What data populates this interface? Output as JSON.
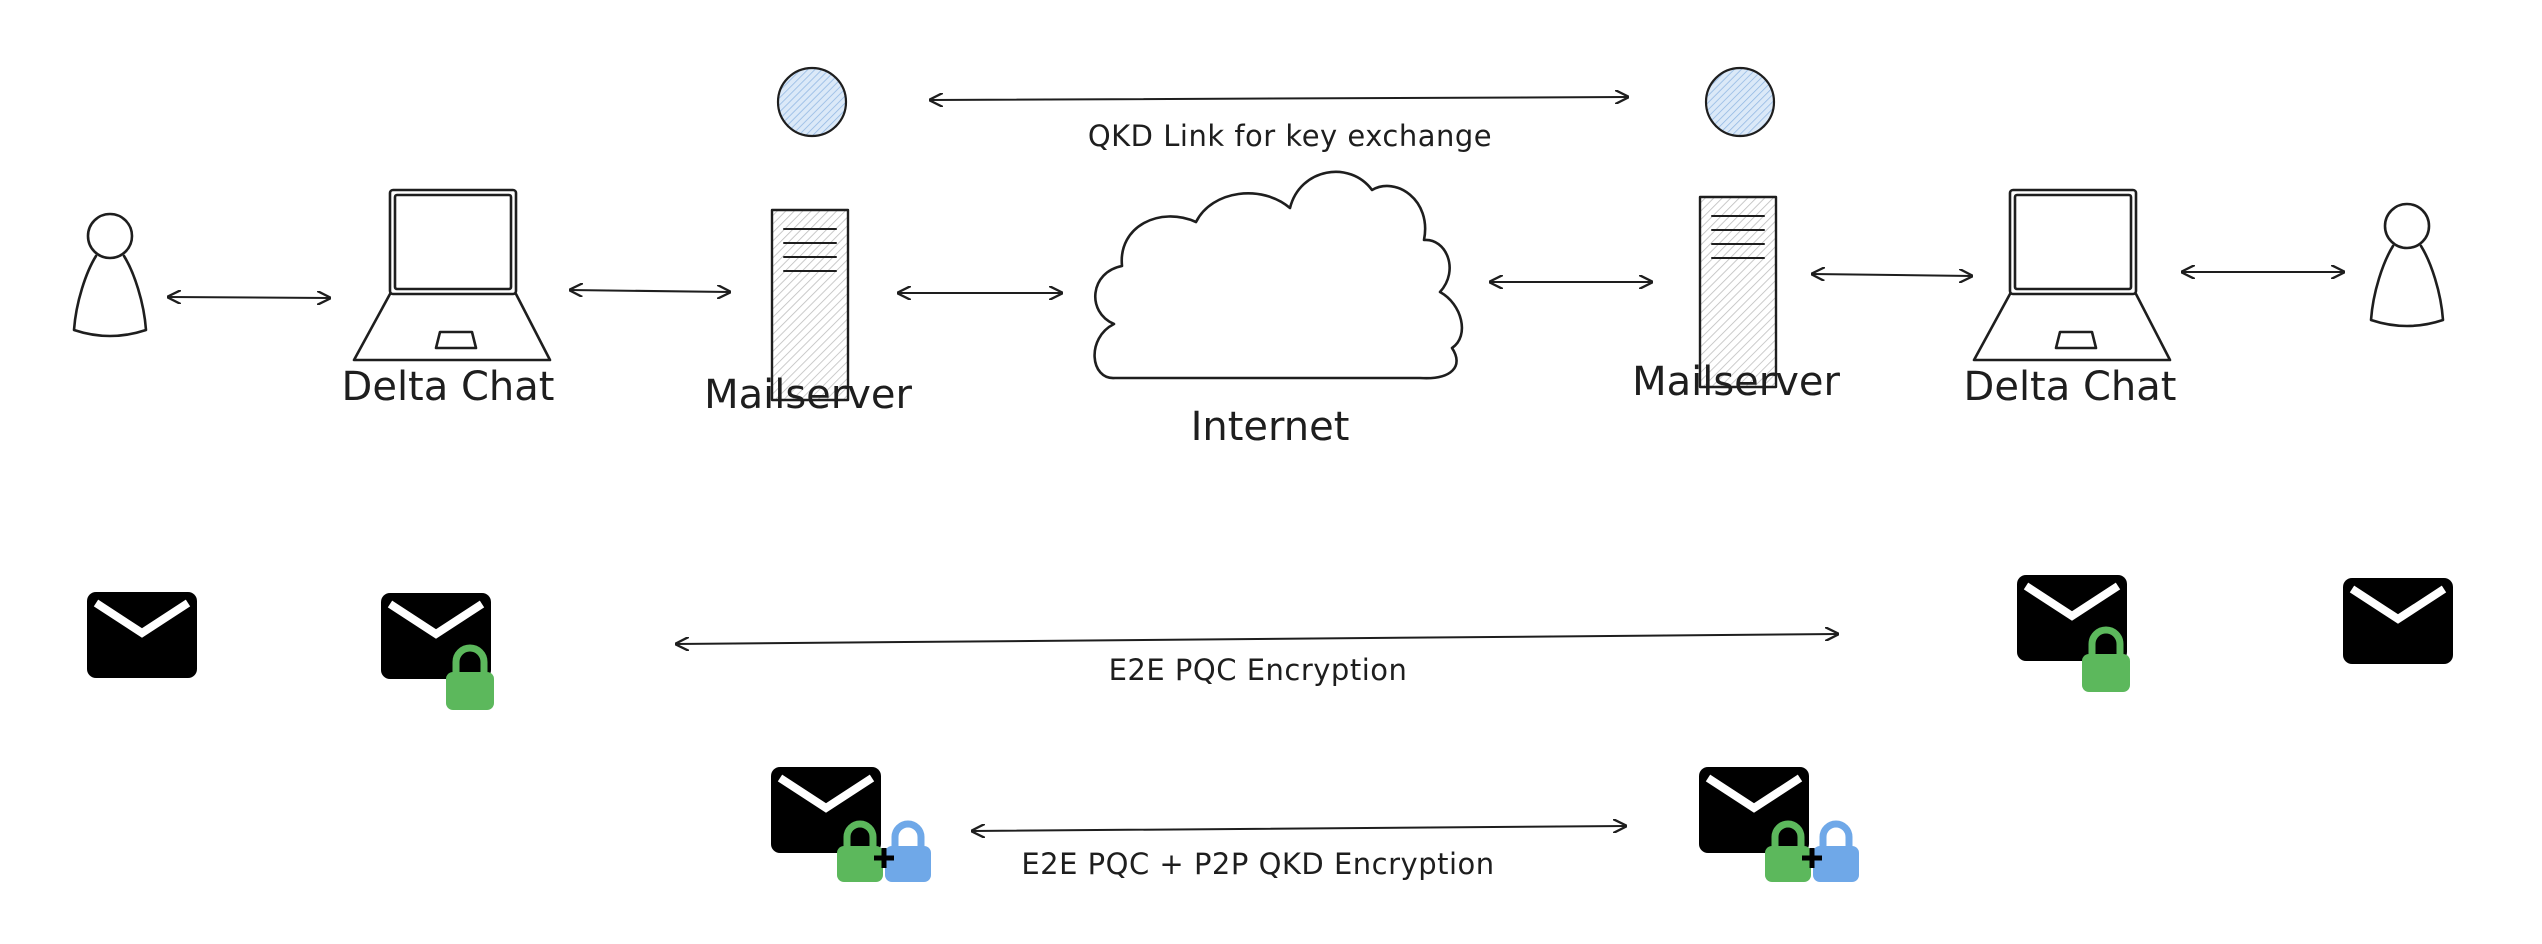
{
  "labels": {
    "left_client": "Delta Chat",
    "left_server": "Mailserver",
    "internet": "Internet",
    "right_server": "Mailserver",
    "right_client": "Delta Chat",
    "qkd_link": "QKD Link for key exchange",
    "e2e_pqc": "E2E PQC Encryption",
    "e2e_pqc_qkd": "E2E PQC + P2P QKD Encryption"
  },
  "icons": {
    "user": "person-icon",
    "laptop": "laptop-icon",
    "server": "server-icon",
    "cloud": "cloud-icon",
    "qkd_node": "qkd-node-icon",
    "mail": "envelope-icon",
    "lock_pqc": "lock-icon",
    "lock_qkd": "lock-icon"
  },
  "colors": {
    "ink": "#1e1e1e",
    "lock_green": "#5cb85c",
    "lock_blue": "#6fa8e8",
    "qkd_node_fill": "#a5c8ef",
    "hatch": "#c9c9c9"
  }
}
